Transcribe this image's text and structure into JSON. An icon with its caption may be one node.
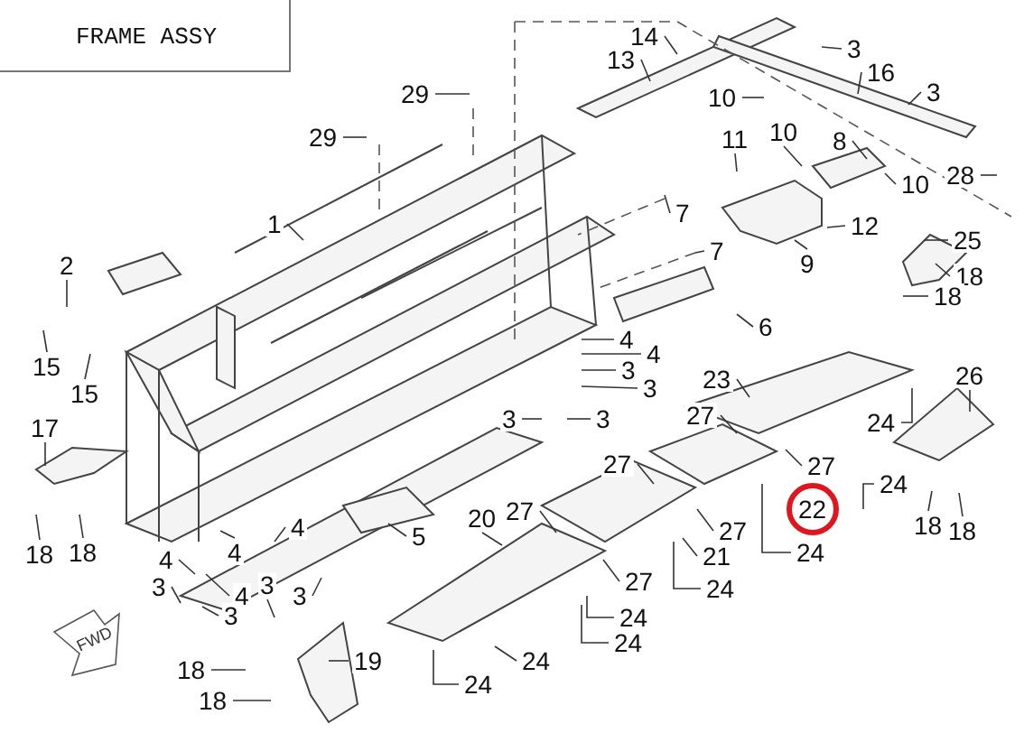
{
  "diagram": {
    "title": "FRAME ASSY",
    "nodes": [
      {
        "text": [
          "14"
        ]
      },
      {
        "text": [
          "3"
        ]
      },
      {
        "text": [
          "13"
        ]
      },
      {
        "text": [
          "16"
        ]
      },
      {
        "text": [
          "3"
        ]
      },
      {
        "text": [
          "29"
        ]
      },
      {
        "text": [
          "10"
        ]
      },
      {
        "text": [
          "10"
        ]
      },
      {
        "text": [
          "29"
        ]
      },
      {
        "text": [
          "11"
        ]
      },
      {
        "text": [
          "8"
        ]
      },
      {
        "text": [
          "28"
        ]
      },
      {
        "text": [
          "10"
        ]
      },
      {
        "text": [
          "7"
        ]
      },
      {
        "text": [
          "1"
        ]
      },
      {
        "text": [
          "12"
        ]
      },
      {
        "text": [
          "25"
        ]
      },
      {
        "text": [
          "7"
        ]
      },
      {
        "text": [
          "9"
        ]
      },
      {
        "text": [
          "2"
        ]
      },
      {
        "text": [
          "18"
        ]
      },
      {
        "text": [
          "18"
        ]
      },
      {
        "text": [
          "6"
        ]
      },
      {
        "text": [
          "4"
        ]
      },
      {
        "text": [
          "4"
        ]
      },
      {
        "text": [
          "15"
        ]
      },
      {
        "text": [
          "3"
        ]
      },
      {
        "text": [
          "23"
        ]
      },
      {
        "text": [
          "26"
        ]
      },
      {
        "text": [
          "3"
        ]
      },
      {
        "text": [
          "15"
        ]
      },
      {
        "text": [
          "3"
        ]
      },
      {
        "text": [
          "3"
        ]
      },
      {
        "text": [
          "27"
        ]
      },
      {
        "text": [
          "24"
        ]
      },
      {
        "text": [
          "17"
        ]
      },
      {
        "text": [
          "27"
        ]
      },
      {
        "text": [
          "27"
        ]
      },
      {
        "text": [
          "24"
        ]
      },
      {
        "text": [
          "22"
        ]
      },
      {
        "text": [
          "20"
        ]
      },
      {
        "text": [
          "27"
        ]
      },
      {
        "text": [
          "18"
        ]
      },
      {
        "text": [
          "18"
        ]
      },
      {
        "text": [
          "27"
        ]
      },
      {
        "text": [
          "5"
        ]
      },
      {
        "text": [
          "4"
        ]
      },
      {
        "text": [
          "24"
        ]
      },
      {
        "text": [
          "18"
        ]
      },
      {
        "text": [
          "18"
        ]
      },
      {
        "text": [
          "21"
        ]
      },
      {
        "text": [
          "4"
        ]
      },
      {
        "text": [
          "4"
        ]
      },
      {
        "text": [
          "27"
        ]
      },
      {
        "text": [
          "3"
        ]
      },
      {
        "text": [
          "3"
        ]
      },
      {
        "text": [
          "24"
        ]
      },
      {
        "text": [
          "3"
        ]
      },
      {
        "text": [
          "4"
        ]
      },
      {
        "text": [
          "3"
        ]
      },
      {
        "text": [
          "24"
        ]
      },
      {
        "text": [
          "24"
        ]
      },
      {
        "text": [
          "19"
        ]
      },
      {
        "text": [
          "24"
        ]
      },
      {
        "text": [
          "18"
        ]
      },
      {
        "text": [
          "24"
        ]
      },
      {
        "text": [
          "18"
        ]
      }
    ],
    "edges": [
      {
        "from": 0,
        "to": null,
        "arrow": "none"
      },
      {
        "from": 1,
        "to": null,
        "arrow": "none"
      },
      {
        "from": 2,
        "to": null,
        "arrow": "none"
      },
      {
        "from": 3,
        "to": null,
        "arrow": "none"
      },
      {
        "from": 4,
        "to": null,
        "arrow": "none"
      },
      {
        "from": 5,
        "to": null,
        "arrow": "none"
      },
      {
        "from": 6,
        "to": null,
        "arrow": "none"
      },
      {
        "from": 7,
        "to": null,
        "arrow": "none"
      },
      {
        "from": 8,
        "to": null,
        "arrow": "none"
      },
      {
        "from": 9,
        "to": null,
        "arrow": "none"
      },
      {
        "from": 10,
        "to": null,
        "arrow": "none"
      },
      {
        "from": 11,
        "to": null,
        "arrow": "none"
      },
      {
        "from": 12,
        "to": null,
        "arrow": "none"
      },
      {
        "from": 13,
        "to": null,
        "arrow": "none"
      },
      {
        "from": 14,
        "to": null,
        "arrow": "none"
      },
      {
        "from": 15,
        "to": null,
        "arrow": "none"
      },
      {
        "from": 16,
        "to": null,
        "arrow": "none"
      },
      {
        "from": 17,
        "to": null,
        "arrow": "none"
      },
      {
        "from": 18,
        "to": null,
        "arrow": "none"
      },
      {
        "from": 19,
        "to": null,
        "arrow": "none"
      },
      {
        "from": 20,
        "to": null,
        "arrow": "none"
      },
      {
        "from": 21,
        "to": null,
        "arrow": "none"
      },
      {
        "from": 22,
        "to": null,
        "arrow": "none"
      },
      {
        "from": 23,
        "to": null,
        "arrow": "none"
      },
      {
        "from": 24,
        "to": null,
        "arrow": "none"
      },
      {
        "from": 25,
        "to": null,
        "arrow": "none"
      },
      {
        "from": 26,
        "to": null,
        "arrow": "none"
      },
      {
        "from": 27,
        "to": null,
        "arrow": "none"
      },
      {
        "from": 28,
        "to": null,
        "arrow": "none"
      },
      {
        "from": 29,
        "to": null,
        "arrow": "none"
      },
      {
        "from": 30,
        "to": null,
        "arrow": "none"
      },
      {
        "from": 31,
        "to": null,
        "arrow": "none"
      },
      {
        "from": 32,
        "to": null,
        "arrow": "none"
      },
      {
        "from": 33,
        "to": null,
        "arrow": "none"
      },
      {
        "from": 34,
        "to": null,
        "arrow": "none"
      },
      {
        "from": 35,
        "to": null,
        "arrow": "none"
      },
      {
        "from": 36,
        "to": null,
        "arrow": "none"
      },
      {
        "from": 37,
        "to": null,
        "arrow": "none"
      },
      {
        "from": 38,
        "to": null,
        "arrow": "none"
      },
      {
        "from": 40,
        "to": null,
        "arrow": "none"
      },
      {
        "from": 41,
        "to": null,
        "arrow": "none"
      },
      {
        "from": 42,
        "to": null,
        "arrow": "none"
      },
      {
        "from": 43,
        "to": null,
        "arrow": "none"
      },
      {
        "from": 44,
        "to": null,
        "arrow": "none"
      },
      {
        "from": 45,
        "to": null,
        "arrow": "none"
      },
      {
        "from": 46,
        "to": null,
        "arrow": "none"
      },
      {
        "from": 47,
        "to": null,
        "arrow": "none"
      },
      {
        "from": 48,
        "to": null,
        "arrow": "none"
      },
      {
        "from": 49,
        "to": null,
        "arrow": "none"
      },
      {
        "from": 50,
        "to": null,
        "arrow": "none"
      },
      {
        "from": 51,
        "to": null,
        "arrow": "none"
      },
      {
        "from": 52,
        "to": null,
        "arrow": "none"
      },
      {
        "from": 53,
        "to": null,
        "arrow": "none"
      },
      {
        "from": 54,
        "to": null,
        "arrow": "none"
      },
      {
        "from": 55,
        "to": null,
        "arrow": "none"
      },
      {
        "from": 56,
        "to": null,
        "arrow": "none"
      },
      {
        "from": 57,
        "to": null,
        "arrow": "none"
      },
      {
        "from": 58,
        "to": null,
        "arrow": "none"
      },
      {
        "from": 59,
        "to": null,
        "arrow": "none"
      },
      {
        "from": 60,
        "to": null,
        "arrow": "none"
      },
      {
        "from": 61,
        "to": null,
        "arrow": "none"
      },
      {
        "from": 62,
        "to": null,
        "arrow": "none"
      },
      {
        "from": 63,
        "to": null,
        "arrow": "none"
      },
      {
        "from": 64,
        "to": null,
        "arrow": "none"
      },
      {
        "from": 65,
        "to": null,
        "arrow": "none"
      },
      {
        "from": 66,
        "to": null,
        "arrow": "none"
      }
    ],
    "labels": [
      "FWD"
    ]
  }
}
